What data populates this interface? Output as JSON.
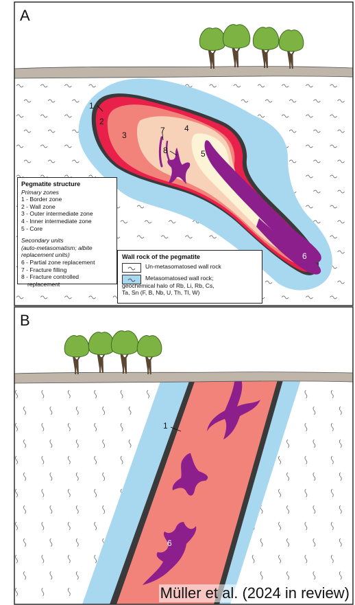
{
  "panels": {
    "a_label": "A",
    "b_label": "B"
  },
  "zone_numbers": {
    "a": [
      "1",
      "2",
      "3",
      "4",
      "5",
      "6",
      "7",
      "8"
    ],
    "b": [
      "1",
      "6"
    ]
  },
  "legend_structure": {
    "heading": "Pegmatite structure",
    "primary_title": "Primary zones",
    "primary_items": [
      "1 - Border zone",
      "2 - Wall zone",
      "3 - Outer intermediate zone",
      "4 - Inner intermediate zone",
      "5 - Core"
    ],
    "secondary_title_1": "Secondary units",
    "secondary_title_2": "(auto-metasomatism; albite",
    "secondary_title_3": "replacement units)",
    "secondary_items": [
      "6 - Partial zone replacement",
      "7 - Fracture filling",
      "8 - Fracture controlled"
    ],
    "secondary_item_cont": "replacement"
  },
  "legend_wall": {
    "heading": "Wall rock of the pegmatite",
    "item_1": "Un-metasomatosed wall rock",
    "item_2_line1": "Metasomatosed wall rock;",
    "item_2_line2": "geochemical halo of Rb, Li, Rb, Cs,",
    "item_2_line3": "Ta, Sn (F, B, Nb, U, Th, Tl, W)"
  },
  "credit": "Müller et al. (2024 in review)",
  "colors": {
    "halo": "#a8d8f0",
    "border_zone": "#3a3a3a",
    "wall_zone": "#e8204a",
    "outer_intermediate": "#f2837a",
    "inner_intermediate": "#f7d2b8",
    "core": "#fdf3d6",
    "replacement": "#8c1f8c",
    "ground": "#bfb5a8",
    "tree": "#7cb342",
    "trunk": "#5b4632"
  }
}
